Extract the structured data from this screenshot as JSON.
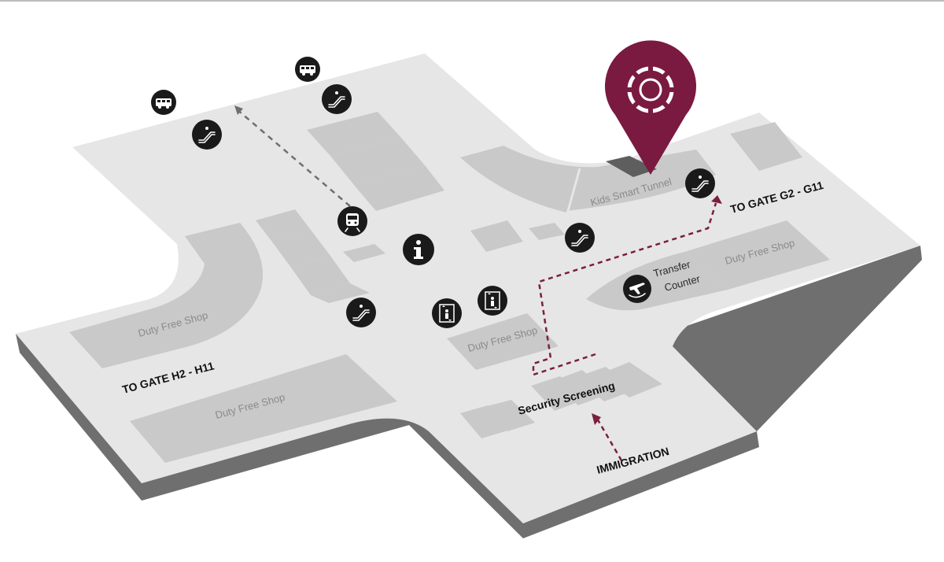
{
  "map": {
    "destinations": {
      "gate_h": "TO GATE H2 - H11",
      "gate_g": "TO GATE G2 - G11",
      "immigration": "IMMIGRATION",
      "security": "Security Screening"
    },
    "areas": {
      "duty_free_west": "Duty Free Shop",
      "duty_free_southwest": "Duty Free Shop",
      "duty_free_center": "Duty Free Shop",
      "duty_free_east": "Duty Free Shop",
      "kids_tunnel": "Kids Smart Tunnel",
      "transfer_line1": "Transfer",
      "transfer_line2": "Counter"
    },
    "colors": {
      "floor": "#e6e6e6",
      "floor_edge": "#6f6f6f",
      "block": "#c9c9c9",
      "route": "#7a1f3f",
      "pin": "#7a1a40",
      "icon": "#1a1a1a"
    },
    "icons": [
      "bus-icon",
      "bus-icon",
      "escalator-icon",
      "escalator-icon",
      "escalator-icon",
      "escalator-icon",
      "escalator-icon",
      "train-icon",
      "information-icon",
      "elevator-icon",
      "elevator-icon",
      "transfer-icon",
      "location-pin-icon"
    ]
  }
}
